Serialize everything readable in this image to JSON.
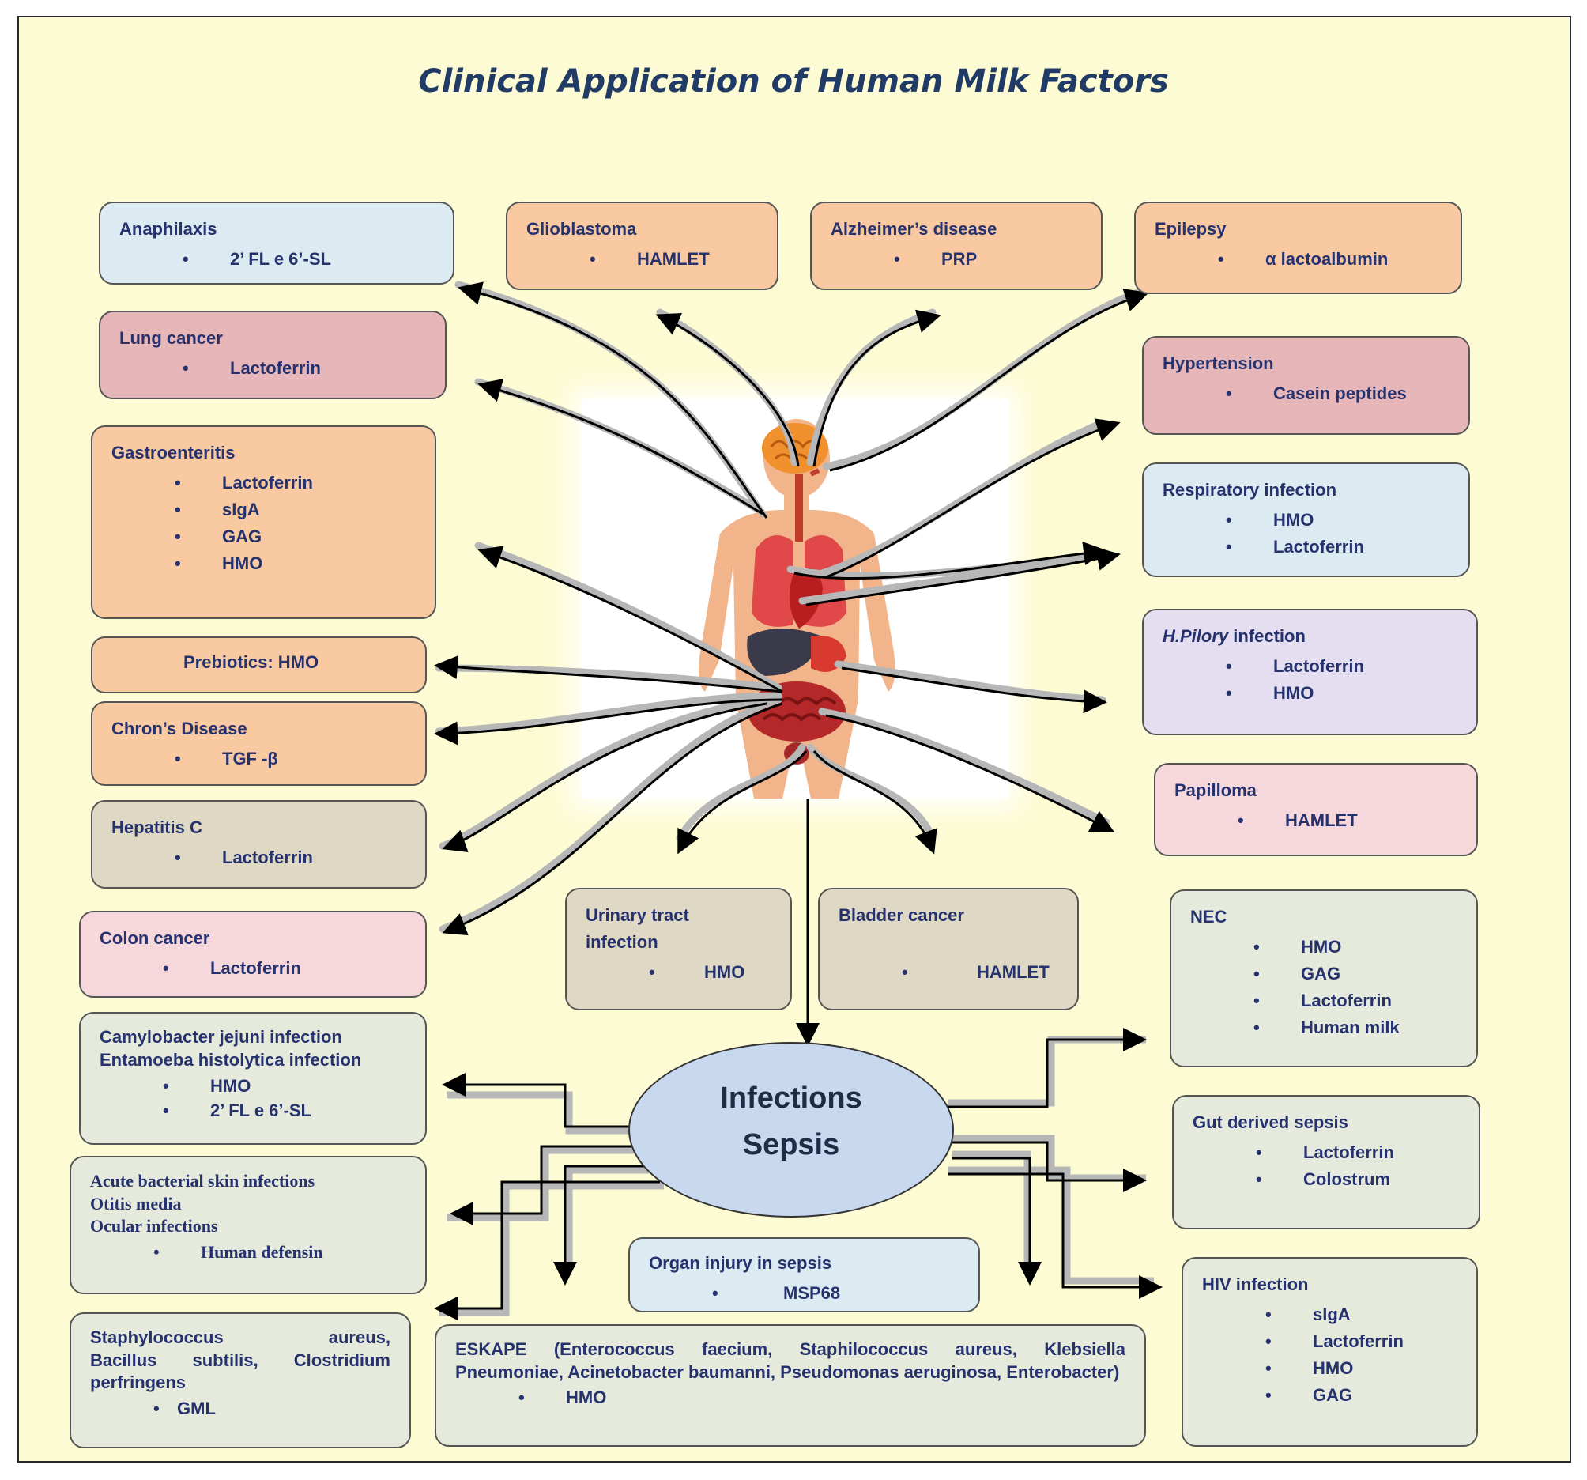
{
  "title": "Clinical Application of Human Milk Factors",
  "center": {
    "line1": "Infections",
    "line2": "Sepsis"
  },
  "boxes": {
    "anaphilaxis": {
      "heading": "Anaphilaxis",
      "items": [
        "2’ FL e 6’-SL"
      ]
    },
    "glioblastoma": {
      "heading": "Glioblastoma",
      "items": [
        "HAMLET"
      ]
    },
    "alzheimer": {
      "heading": "Alzheimer’s disease",
      "items": [
        "PRP"
      ]
    },
    "epilepsy": {
      "heading": "Epilepsy",
      "items": [
        "α lactoalbumin"
      ]
    },
    "lung_cancer": {
      "heading": "Lung cancer",
      "items": [
        "Lactoferrin"
      ]
    },
    "hypertension": {
      "heading": "Hypertension",
      "items": [
        "Casein peptides"
      ]
    },
    "gastroenteritis": {
      "heading": "Gastroenteritis",
      "items": [
        "Lactoferrin",
        "sIgA",
        "GAG",
        "HMO"
      ]
    },
    "respiratory": {
      "heading": "Respiratory infection",
      "items": [
        "HMO",
        "Lactoferrin"
      ]
    },
    "prebiotics": {
      "heading": "Prebiotics: HMO"
    },
    "hpylori": {
      "heading_italic": "H.Pilory",
      "heading_rest": " infection",
      "items": [
        "Lactoferrin",
        "HMO"
      ]
    },
    "chron": {
      "heading": "Chron’s Disease",
      "items": [
        "TGF -β"
      ]
    },
    "papilloma": {
      "heading": "Papilloma",
      "items": [
        "HAMLET"
      ]
    },
    "hepatitis": {
      "heading": "Hepatitis  C",
      "items": [
        "Lactoferrin"
      ]
    },
    "colon_cancer": {
      "heading": "Colon cancer",
      "items": [
        "Lactoferrin"
      ]
    },
    "urinary": {
      "heading1": "Urinary tract",
      "heading2": "infection",
      "items": [
        "HMO"
      ]
    },
    "bladder": {
      "heading": "Bladder cancer",
      "items": [
        "HAMLET"
      ]
    },
    "nec": {
      "heading": "NEC",
      "items": [
        "HMO",
        "GAG",
        "Lactoferrin",
        "Human milk"
      ]
    },
    "campylobacter": {
      "heading1": "Camylobacter jejuni infection",
      "heading2": "Entamoeba histolytica infection",
      "items": [
        "HMO",
        "2’ FL e 6’-SL"
      ]
    },
    "gut_sepsis": {
      "heading": "Gut derived sepsis",
      "items": [
        "Lactoferrin",
        "Colostrum"
      ]
    },
    "skin": {
      "heading1": "Acute bacterial skin infections",
      "heading2": "Otitis media",
      "heading3": "Ocular infections",
      "items": [
        "Human  defensin"
      ]
    },
    "organ_injury": {
      "heading": "Organ injury in sepsis",
      "items": [
        "MSP68"
      ]
    },
    "hiv": {
      "heading": "HIV infection",
      "items": [
        "sIgA",
        "Lactoferrin",
        "HMO",
        "GAG"
      ]
    },
    "staph": {
      "heading": "Staphylococcus           aureus, Bacillus  subtilis,  Clostridium perfringens",
      "items": [
        "GML"
      ]
    },
    "eskape": {
      "heading": "ESKAPE (Enterococcus faecium, Staphilococcus aureus, Klebsiella Pneumoniae, Acinetobacter baumanni, Pseudomonas aeruginosa, Enterobacter)",
      "items": [
        "HMO"
      ]
    }
  }
}
